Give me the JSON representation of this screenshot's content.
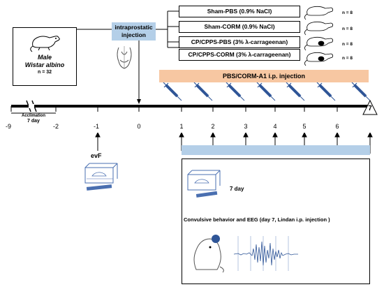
{
  "rat_box": {
    "line1": "Male",
    "line2": "Wistar albino",
    "count": "n = 32"
  },
  "injection_label": "intraprostatic\ninjection",
  "groups": [
    {
      "label": "Sham-PBS (0.9% NaCl)",
      "n": "n = 8"
    },
    {
      "label": "Sham-CORM (0.9% NaCl)",
      "n": "n = 8"
    },
    {
      "label": "CP/CPPS-PBS (3% λ-carrageenan)",
      "n": "n = 8"
    },
    {
      "label": "CP/CPPS-CORM (3% λ-carrageenan)",
      "n": "n = 8"
    }
  ],
  "treatment_bar": "PBS/CORM-A1 i.p. injection",
  "acclimation": {
    "line1": "Acclimation",
    "line2": "7 day"
  },
  "axis_ticks": [
    "-9",
    "-2",
    "-1",
    "0",
    "1",
    "2",
    "3",
    "4",
    "5",
    "6",
    "7"
  ],
  "evf_label": "evF",
  "assay_box": {
    "day_label": "7 day",
    "caption": "Convulsive behavior and EEG (day 7, Lindan i.p. injection )"
  },
  "colors": {
    "light_blue": "#b4cfe8",
    "peach": "#f7c7a2",
    "syringe": "#2f5597"
  }
}
